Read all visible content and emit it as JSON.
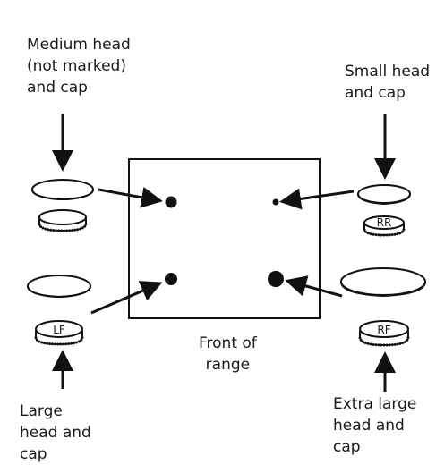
{
  "labels": {
    "medium": "Medium head\n(not marked)\nand cap",
    "small": "Small head\nand cap",
    "front": "Front of\nrange",
    "large": "Large\nhead and\ncap",
    "extra_large": "Extra large\nhead and\ncap"
  },
  "cap_markings": {
    "rr": "RR",
    "lf": "LF",
    "rf": "RF"
  },
  "colors": {
    "ink": "#111111",
    "background": "#ffffff"
  }
}
